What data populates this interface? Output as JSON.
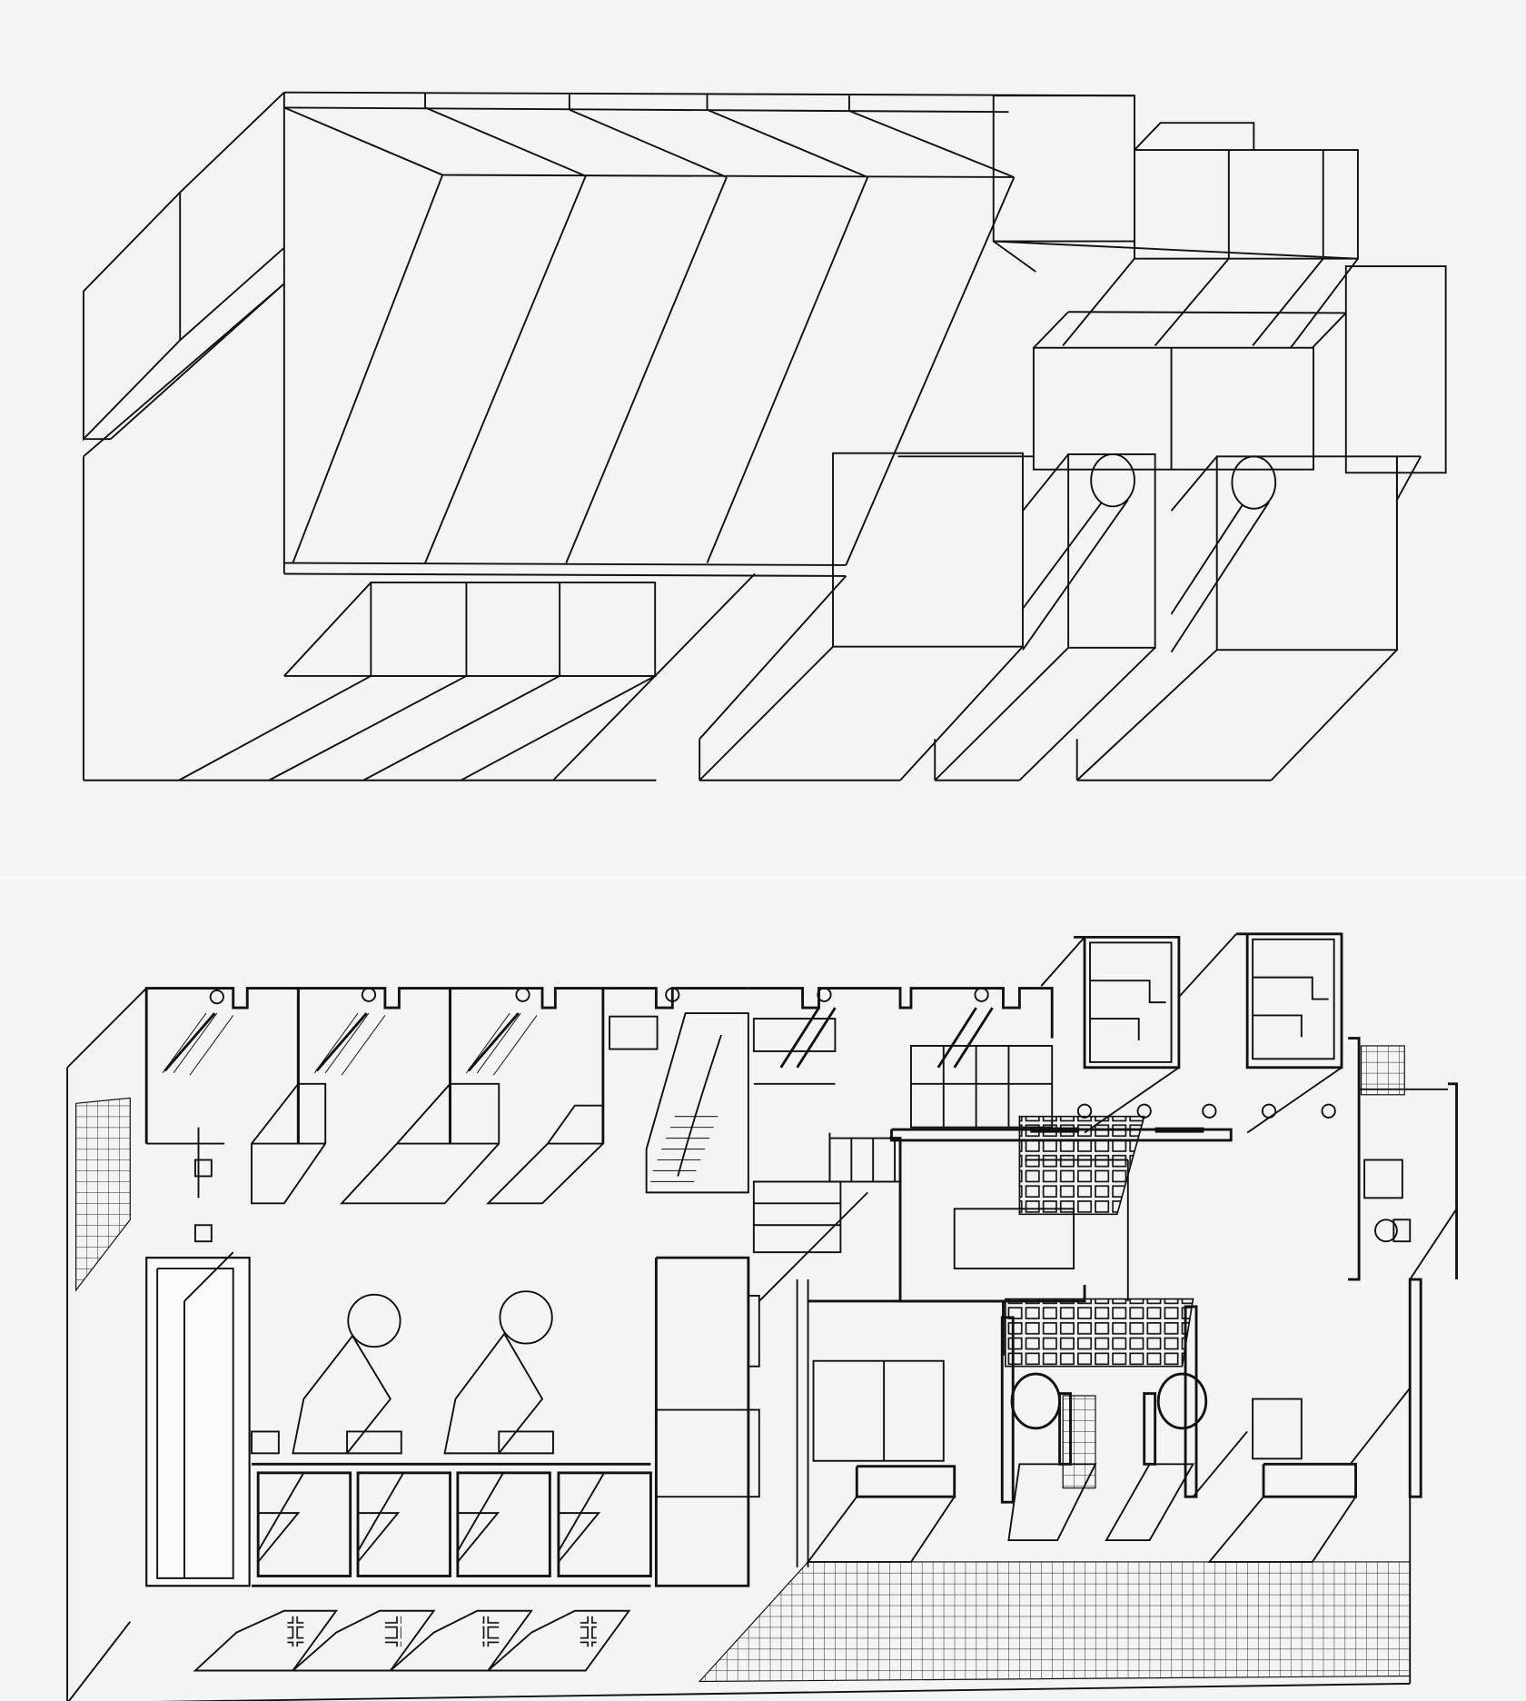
{
  "figure": {
    "type": "architectural axonometric drawing",
    "background_color": "#f4f4f4",
    "line_color": "#111111",
    "panels": [
      {
        "id": "top",
        "description": "Exterior massing axonometric",
        "features": {
          "sloped_roof_bands": 4,
          "stepped_boxes_right": 6,
          "cylinders": 2,
          "front_projecting_bays": 4
        }
      },
      {
        "id": "bottom",
        "description": "Cutaway plan axonometric",
        "features": {
          "rear_bays_with_stairs": 3,
          "front_cubicles": 4,
          "front_fixtures": 4,
          "round_columns": 4,
          "tower_stairs": 2,
          "tiled_floor_areas": 5
        }
      }
    ]
  }
}
